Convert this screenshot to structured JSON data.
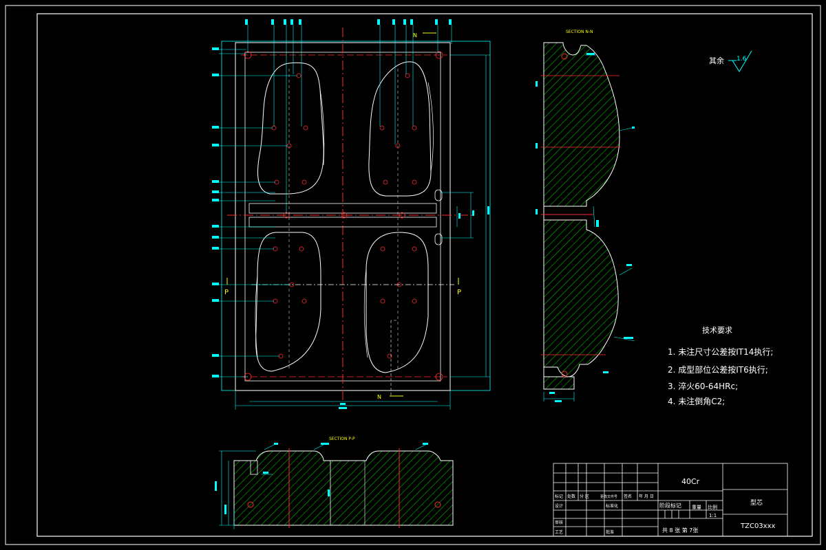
{
  "colors": {
    "background": "#000000",
    "outline": "#ffffff",
    "dimension": "#00ffff",
    "centerline": "#ff2a2a",
    "hatch": "#00c000",
    "label": "#ffff00"
  },
  "views": {
    "section_nn_title": "SECTION N-N",
    "section_pp_title": "SECTION P-P",
    "cut_marker_p": "P",
    "cut_marker_n": "N"
  },
  "surface_finish": {
    "label": "其余",
    "value": "1.6"
  },
  "tech_requirements": {
    "title": "技术要求",
    "items": [
      "1. 未注尺寸公差按IT14执行;",
      "2. 成型部位公差按IT6执行;",
      "3. 淬火60-64HRc;",
      "4. 未注倒角C2;"
    ]
  },
  "title_block": {
    "material": "40Cr",
    "part_name": "型芯",
    "drawing_no": "TZC03xxx",
    "scale_label": "比例",
    "scale_value": "1:1",
    "weight_label": "重量",
    "stage_label": "阶段标记",
    "sheet_info": "共 8 张  第 7张",
    "rev_headers": [
      "标记",
      "处数",
      "分 区",
      "更改文件号",
      "签名",
      "年 月 日"
    ],
    "row_design": "设计",
    "row_standard": "标准化",
    "row_check": "审核",
    "row_process": "工艺",
    "row_approve": "批准"
  }
}
